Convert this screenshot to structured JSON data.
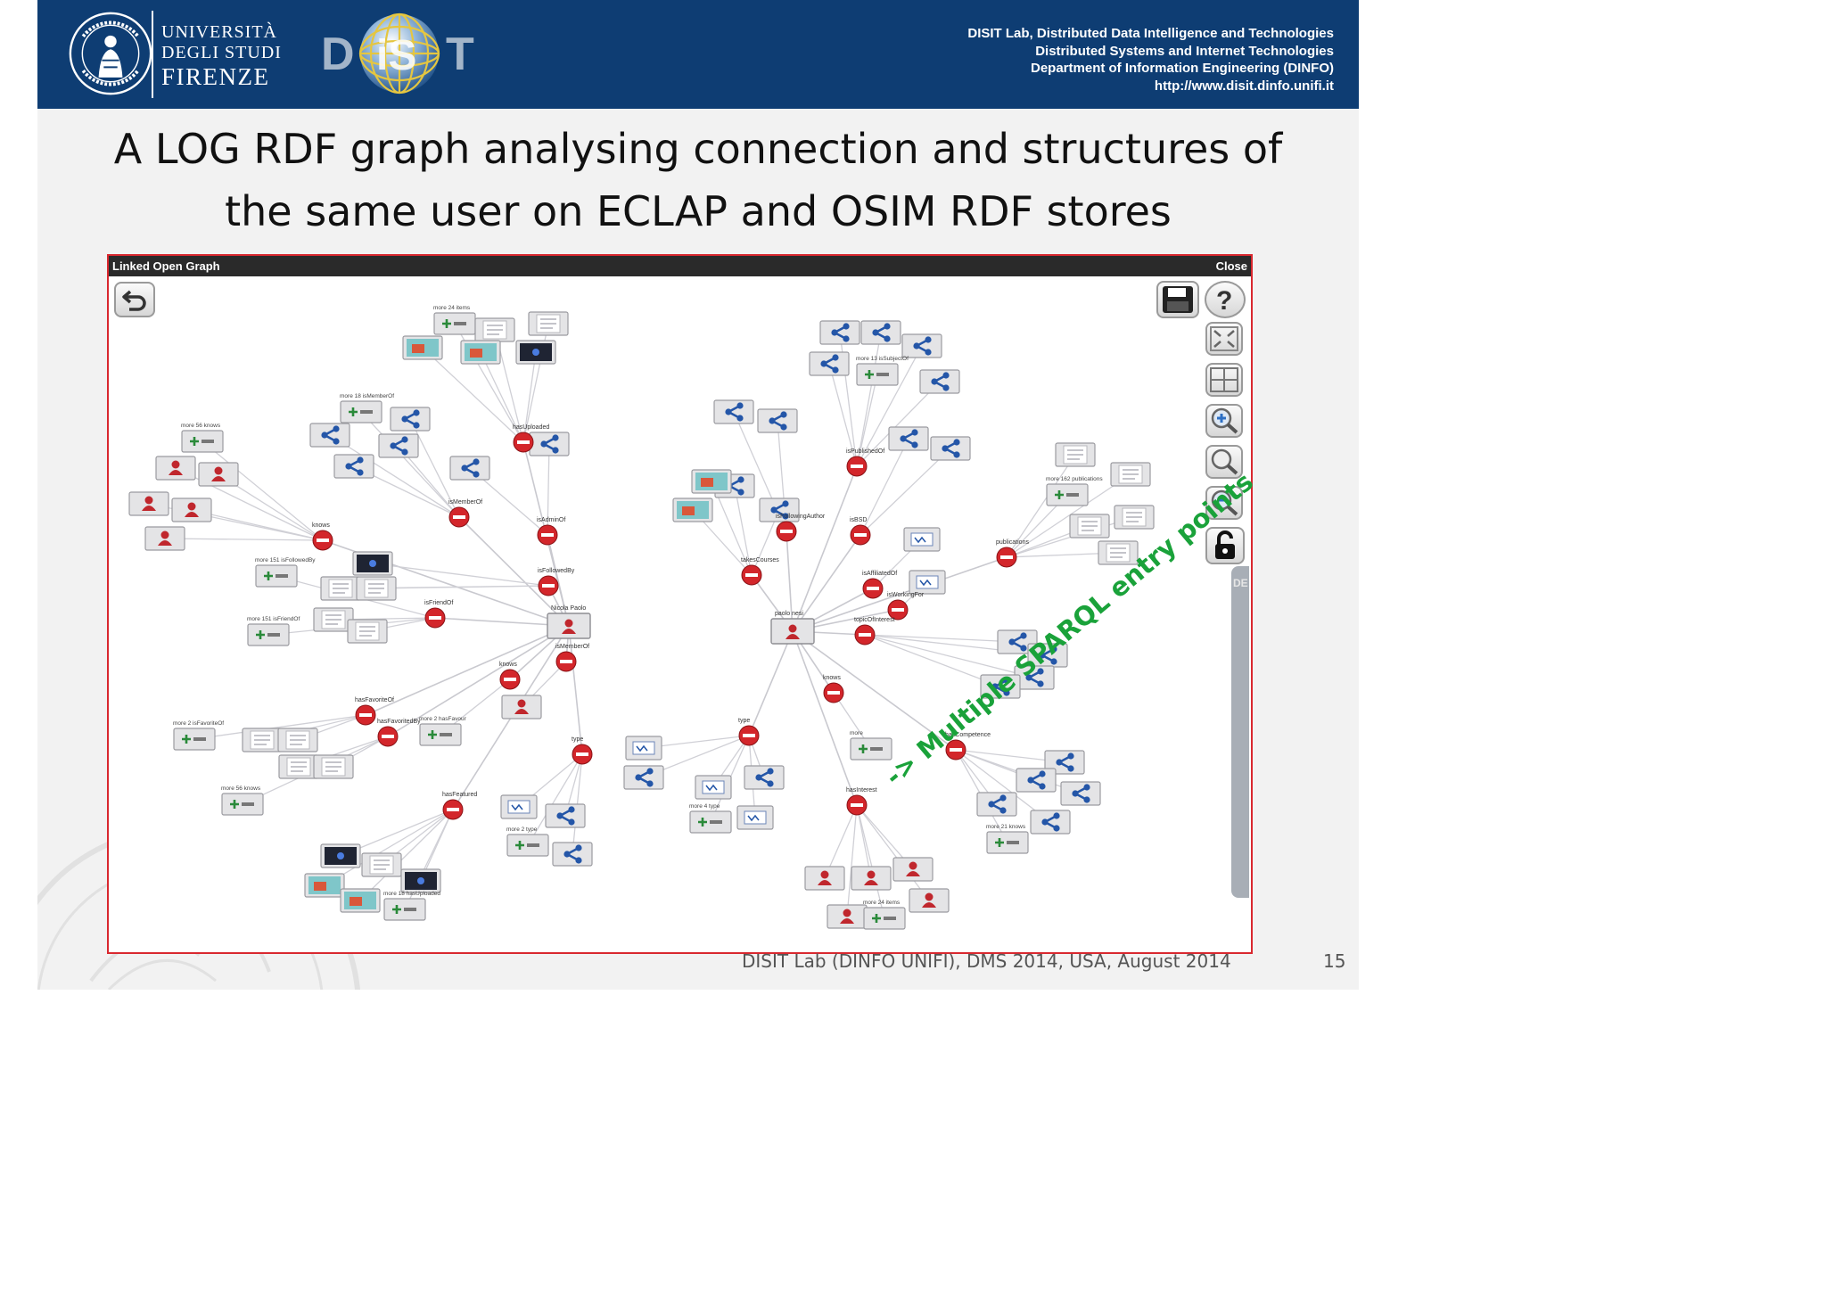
{
  "header": {
    "university": {
      "line1": "UNIVERSITÀ",
      "line2": "DEGLI STUDI",
      "line3": "FIRENZE"
    },
    "logo_text": "DISIT",
    "lab_lines": [
      "DISIT Lab, Distributed Data Intelligence and Technologies",
      "Distributed Systems and Internet Technologies",
      "Department of Information Engineering (DINFO)",
      "http://www.disit.dinfo.unifi.it"
    ]
  },
  "title": {
    "line1": "A LOG RDF graph analysing connection and structures of",
    "line2": "the same user on ECLAP and OSIM RDF stores"
  },
  "panel": {
    "title": "Linked Open Graph",
    "close_label": "Close",
    "side_tab_label": "DE"
  },
  "toolbar": {
    "back_icon": "undo-arrow-icon",
    "save_icon": "floppy-disk-icon",
    "help_icon": "question-mark-icon",
    "fit_icon": "fit-to-screen-icon",
    "grid_icon": "grid-icon",
    "zoom_in_icon": "zoom-in-icon",
    "zoom_reset_icon": "zoom-reset-icon",
    "zoom_out_icon": "zoom-out-icon",
    "lock_icon": "unlock-icon"
  },
  "annotation": "-> Multiple SPARQL entry points",
  "footer": {
    "text": "DISIT Lab (DINFO UNIFI), DMS 2014, USA, August 2014",
    "page": "15"
  },
  "colors": {
    "header": "#0e3d73",
    "frame": "#d9282f",
    "annotation": "#1aa23a",
    "relation_node": "#d3262b",
    "entity_icon": "#2456a8"
  },
  "graph": {
    "hubs": [
      {
        "id": "H1",
        "kind": "person",
        "label": "Nicola Paolo"
      },
      {
        "id": "H2",
        "kind": "person",
        "label": "paolo nesi"
      }
    ],
    "relations": [
      {
        "id": "r1",
        "label": "hasUploaded"
      },
      {
        "id": "r2",
        "label": "isMemberOf"
      },
      {
        "id": "r3",
        "label": "isAdminOf"
      },
      {
        "id": "r4",
        "label": "knows"
      },
      {
        "id": "r5",
        "label": "isFollowedBy"
      },
      {
        "id": "r6",
        "label": "isFriendOf"
      },
      {
        "id": "r7",
        "label": "isMemberOf"
      },
      {
        "id": "r8",
        "label": "knows"
      },
      {
        "id": "r9",
        "label": "hasFavoriteOf"
      },
      {
        "id": "r10",
        "label": "hasFavoritedBy"
      },
      {
        "id": "r11",
        "label": "hasFeatured"
      },
      {
        "id": "r12",
        "label": "type"
      },
      {
        "id": "r13",
        "label": "isPublishedOf"
      },
      {
        "id": "r14",
        "label": "isFollowingAuthor"
      },
      {
        "id": "r15",
        "label": "isBSD"
      },
      {
        "id": "r16",
        "label": "isAffiliatedOf"
      },
      {
        "id": "r17",
        "label": "isWorkingFor"
      },
      {
        "id": "r18",
        "label": "topicOfInterest"
      },
      {
        "id": "r19",
        "label": "publications"
      },
      {
        "id": "r20",
        "label": "hasCompetence"
      },
      {
        "id": "r21",
        "label": "knows"
      },
      {
        "id": "r22",
        "label": "type"
      },
      {
        "id": "r23",
        "label": "takesCourses"
      },
      {
        "id": "r24",
        "label": "hasInterest"
      }
    ],
    "entities": [
      {
        "kind": "more",
        "label": "more 24 items"
      },
      {
        "kind": "more",
        "label": "more 18 isMemberOf"
      },
      {
        "kind": "more",
        "label": "more 56 knows"
      },
      {
        "kind": "more",
        "label": "more 151 isFollowedBy"
      },
      {
        "kind": "more",
        "label": "more 151 isFriendOf"
      },
      {
        "kind": "more",
        "label": "more 2 isFavoriteOf"
      },
      {
        "kind": "more",
        "label": "more 56 knows"
      },
      {
        "kind": "more",
        "label": "more 2 hasFavour"
      },
      {
        "kind": "more",
        "label": "more 18 hasUploaded"
      },
      {
        "kind": "more",
        "label": "more 2 type"
      },
      {
        "kind": "more",
        "label": "more 4 type"
      },
      {
        "kind": "more",
        "label": "more 13 isSubjectOf"
      },
      {
        "kind": "more",
        "label": "more 162 publications"
      },
      {
        "kind": "more",
        "label": "more 21 knows"
      },
      {
        "kind": "more",
        "label": "more"
      }
    ]
  }
}
